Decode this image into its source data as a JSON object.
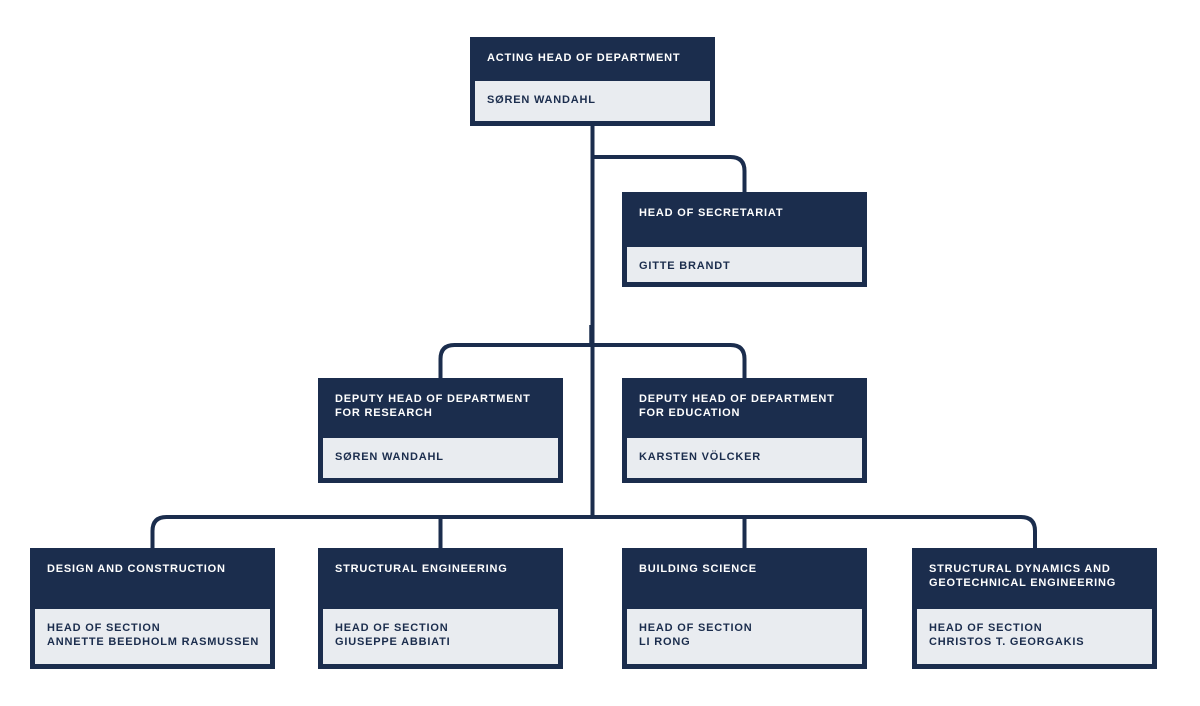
{
  "colors": {
    "navy": "#1b2d4d",
    "panel": "#e9ecf0",
    "header_text": "#ffffff",
    "background": "#ffffff"
  },
  "chart_data": {
    "type": "org-chart",
    "nodes": [
      {
        "id": "acting-head",
        "title": "ACTING HEAD OF DEPARTMENT",
        "name": "SØREN WANDAHL"
      },
      {
        "id": "secretariat",
        "title": "HEAD OF SECRETARIAT",
        "name": "GITTE BRANDT"
      },
      {
        "id": "deputy-research",
        "title": "DEPUTY HEAD OF DEPARTMENT FOR RESEARCH",
        "name": "SØREN WANDAHL"
      },
      {
        "id": "deputy-education",
        "title": "DEPUTY HEAD OF DEPARTMENT FOR EDUCATION",
        "name": "KARSTEN VÖLCKER"
      },
      {
        "id": "design-construction",
        "title": "DESIGN AND CONSTRUCTION",
        "role": "HEAD OF SECTION",
        "name": "ANNETTE BEEDHOLM RASMUSSEN"
      },
      {
        "id": "structural-engineering",
        "title": "STRUCTURAL ENGINEERING",
        "role": "HEAD OF SECTION",
        "name": "GIUSEPPE ABBIATI"
      },
      {
        "id": "building-science",
        "title": "BUILDING SCIENCE",
        "role": "HEAD OF SECTION",
        "name": "LI RONG"
      },
      {
        "id": "structural-dynamics-geotechnical",
        "title": "STRUCTURAL DYNAMICS AND GEOTECHNICAL ENGINEERING",
        "role": "HEAD OF SECTION",
        "name": "CHRISTOS T. GEORGAKIS"
      }
    ],
    "edges": [
      [
        "acting-head",
        "secretariat"
      ],
      [
        "acting-head",
        "deputy-research"
      ],
      [
        "acting-head",
        "deputy-education"
      ],
      [
        "acting-head",
        "design-construction"
      ],
      [
        "acting-head",
        "structural-engineering"
      ],
      [
        "acting-head",
        "building-science"
      ],
      [
        "acting-head",
        "structural-dynamics-geotechnical"
      ]
    ]
  }
}
